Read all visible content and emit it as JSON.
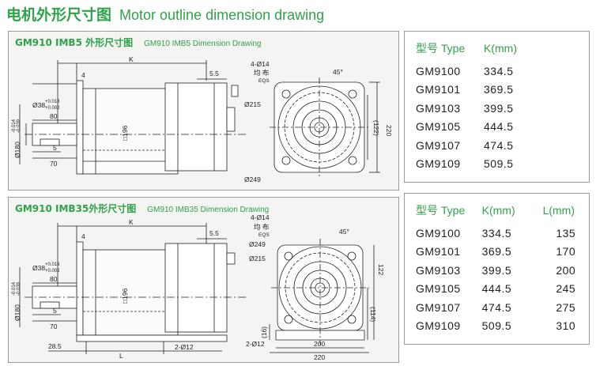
{
  "page": {
    "title_zh": "电机外形尺寸图",
    "title_en": "Motor outline dimension drawing"
  },
  "panels": [
    {
      "title_zh": "GM910 IMB5 外形尺寸图",
      "title_en": "GM910 IMB5 Dimension Drawing",
      "dims": {
        "k": "K",
        "d4": "4",
        "d55": "5.5",
        "hole": "4-Ø14",
        "eqs1": "均 布",
        "eqs2": "EQS",
        "angle": "45°",
        "shaft": "Ø38",
        "tol_top": "+0.018",
        "tol_bot": "+0.002",
        "d80": "80",
        "flange": "Ø180",
        "ftol_top": "-0.014",
        "ftol_bot": "-0.039",
        "d5": "5",
        "d70": "70",
        "sq": "□196",
        "pcd": "Ø215",
        "outer": "Ø249",
        "d122": "(122)",
        "d220": "220"
      }
    },
    {
      "title_zh": "GM910 IMB35外形尺寸图",
      "title_en": "GM910 IMB35 Dimension Drawing",
      "dims": {
        "k": "K",
        "d4": "4",
        "d55": "5.5",
        "hole": "4-Ø14",
        "eqs1": "均 布",
        "eqs2": "EQS",
        "angle": "45°",
        "shaft": "Ø38",
        "tol_top": "+0.018",
        "tol_bot": "+0.002",
        "d80": "80",
        "flange": "Ø180",
        "ftol_top": "-0.014",
        "ftol_bot": "-0.039",
        "d5": "5",
        "d70": "70",
        "sq": "□196",
        "pcd": "Ø215",
        "outer": "Ø249",
        "d122": "122",
        "d114": "(114)",
        "d16": "(16)",
        "foot": "2-Ø12",
        "foot_side": "2-Ø12",
        "d285": "28.5",
        "L": "L",
        "d200": "200",
        "d220": "220"
      }
    }
  ],
  "tables": [
    {
      "headers": [
        "型号 Type",
        "K(mm)"
      ],
      "rows": [
        [
          "GM9100",
          "334.5"
        ],
        [
          "GM9101",
          "369.5"
        ],
        [
          "GM9103",
          "399.5"
        ],
        [
          "GM9105",
          "444.5"
        ],
        [
          "GM9107",
          "474.5"
        ],
        [
          "GM9109",
          "509.5"
        ]
      ]
    },
    {
      "headers": [
        "型号 Type",
        "K(mm)",
        "L(mm)"
      ],
      "rows": [
        [
          "GM9100",
          "334.5",
          "135"
        ],
        [
          "GM9101",
          "369.5",
          "170"
        ],
        [
          "GM9103",
          "399.5",
          "200"
        ],
        [
          "GM9105",
          "444.5",
          "245"
        ],
        [
          "GM9107",
          "474.5",
          "275"
        ],
        [
          "GM9109",
          "509.5",
          "310"
        ]
      ]
    }
  ],
  "colors": {
    "accent": "#2fa24a",
    "panel_bg": "#f4f4f2",
    "line": "#222222"
  }
}
